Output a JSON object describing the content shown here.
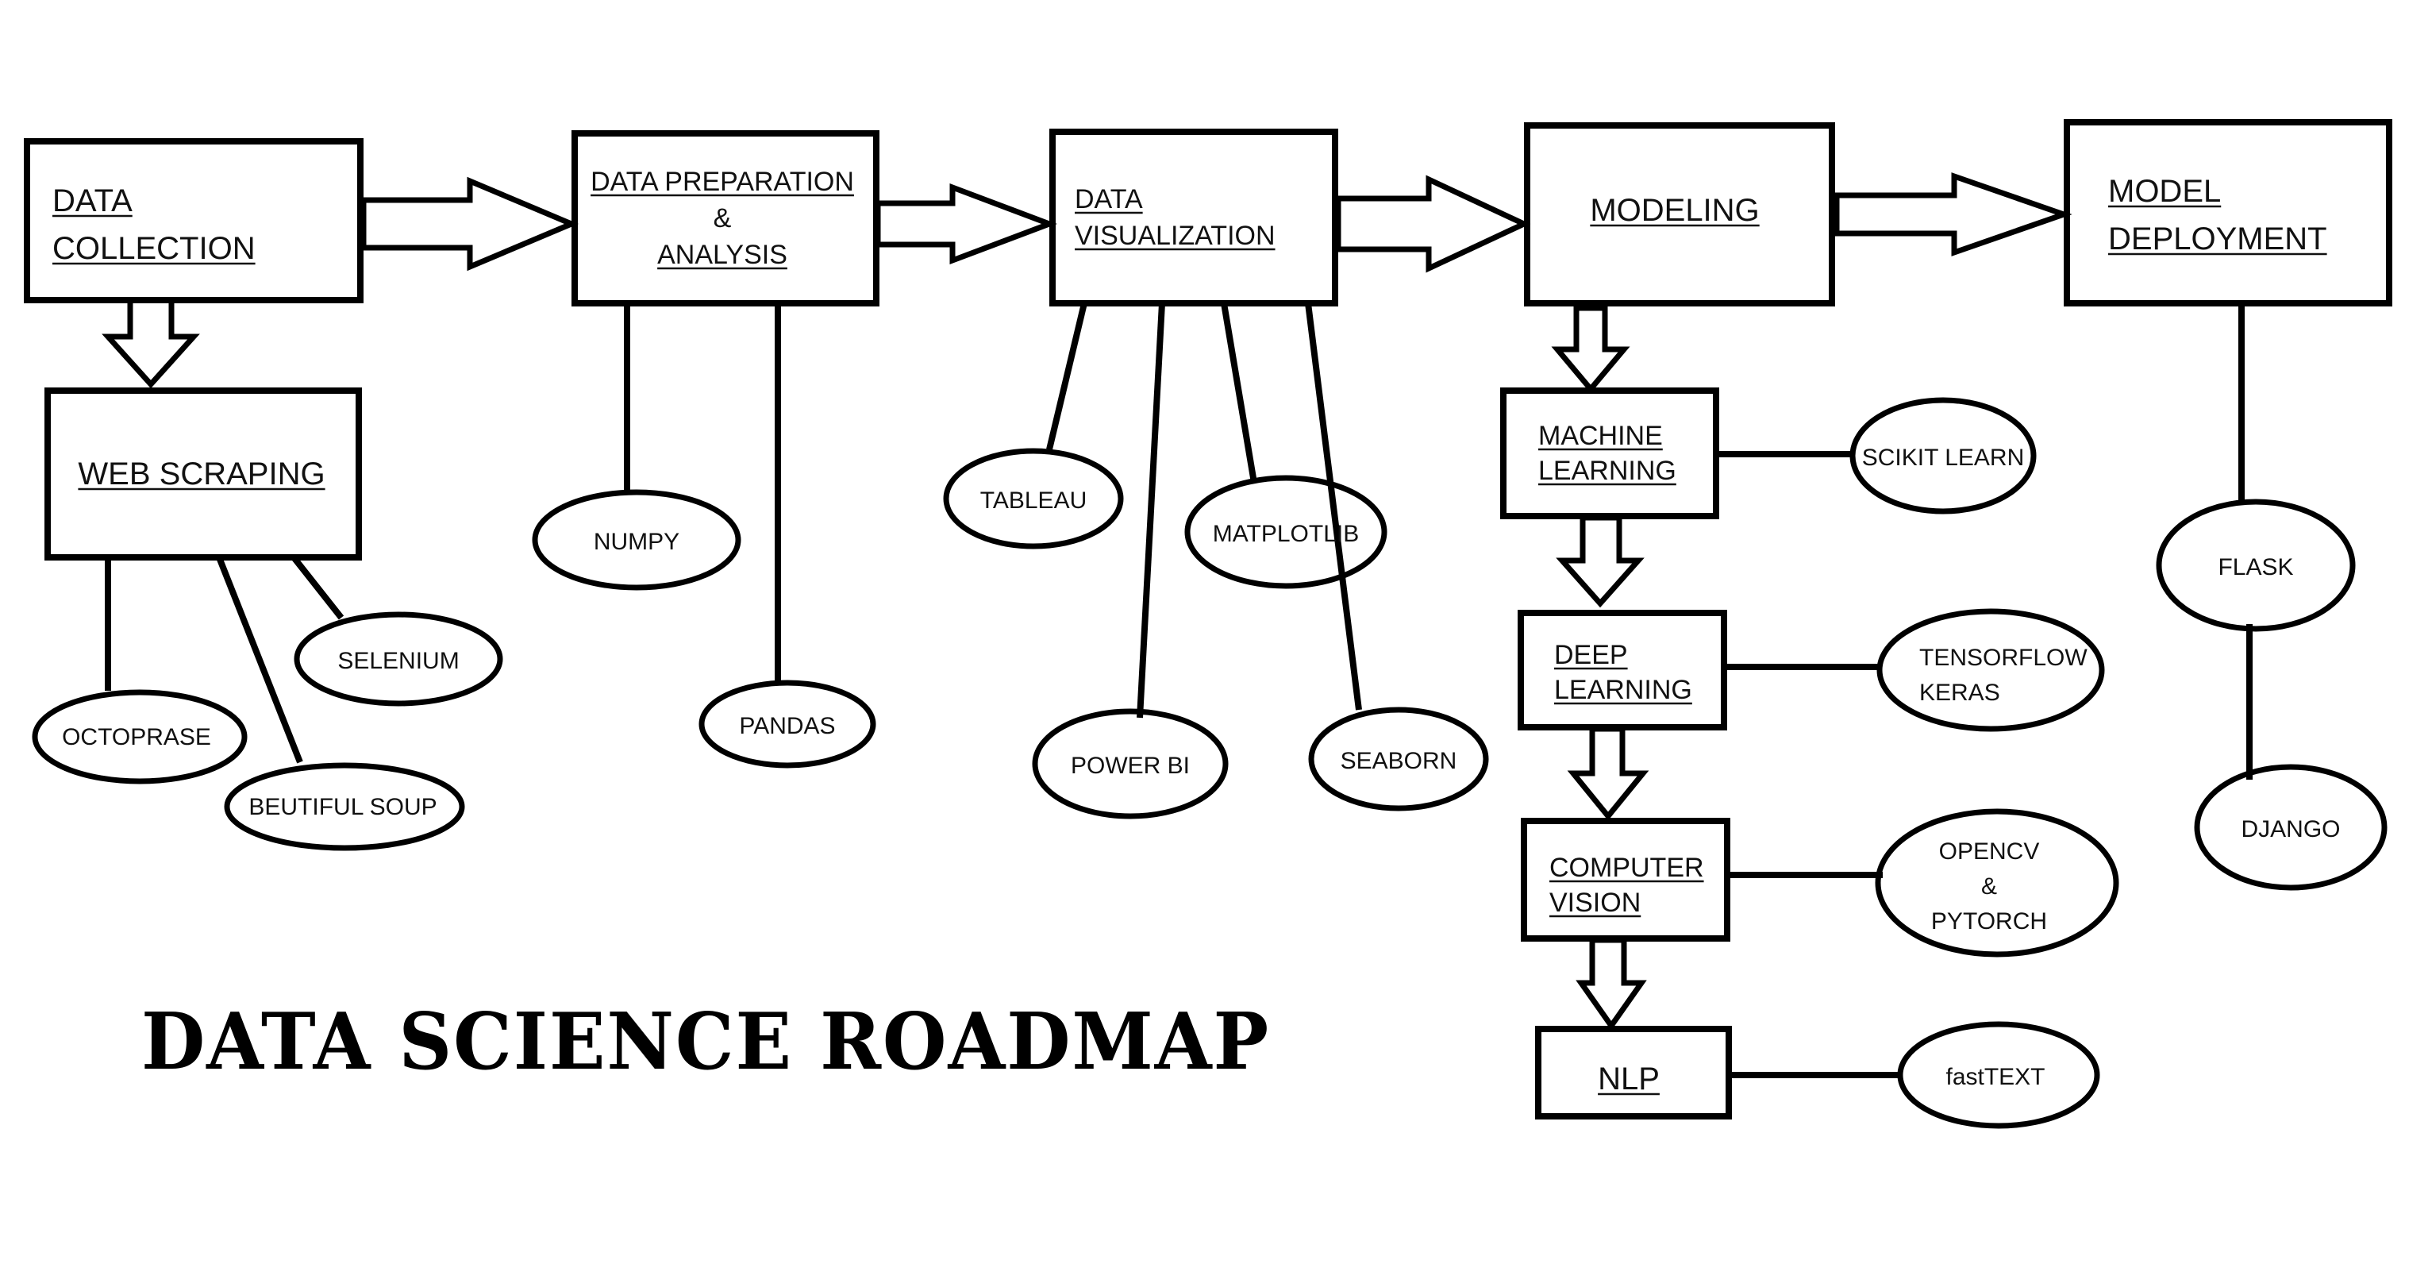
{
  "title": "DATA SCIENCE ROADMAP",
  "stages": {
    "collection": [
      "DATA",
      "COLLECTION"
    ],
    "preparation": [
      "DATA PREPARATION",
      "&",
      "ANALYSIS"
    ],
    "visualization": [
      "DATA",
      "VISUALIZATION"
    ],
    "modeling": [
      "MODELING"
    ],
    "deployment": [
      "MODEL",
      "DEPLOYMENT"
    ],
    "web_scraping": [
      "WEB SCRAPING"
    ],
    "machine_learning": [
      "MACHINE",
      "LEARNING"
    ],
    "deep_learning": [
      "DEEP",
      "LEARNING"
    ],
    "computer_vision": [
      "COMPUTER",
      "VISION"
    ],
    "nlp": [
      "NLP"
    ]
  },
  "tools": {
    "octoprase": [
      "OCTOPRASE"
    ],
    "beutiful_soup": [
      "BEUTIFUL SOUP"
    ],
    "selenium": [
      "SELENIUM"
    ],
    "numpy": [
      "NUMPY"
    ],
    "pandas": [
      "PANDAS"
    ],
    "tableau": [
      "TABLEAU"
    ],
    "power_bi": [
      "POWER BI"
    ],
    "matplotlib": [
      "MATPLOTLIB"
    ],
    "seaborn": [
      "SEABORN"
    ],
    "scikit_learn": [
      "SCIKIT LEARN"
    ],
    "tensorflow_keras": [
      "TENSORFLOW",
      "KERAS"
    ],
    "opencv_pytorch": [
      "OPENCV",
      "&",
      "PYTORCH"
    ],
    "fasttext": [
      "fastTEXT"
    ],
    "flask": [
      "FLASK"
    ],
    "django": [
      "DJANGO"
    ]
  }
}
